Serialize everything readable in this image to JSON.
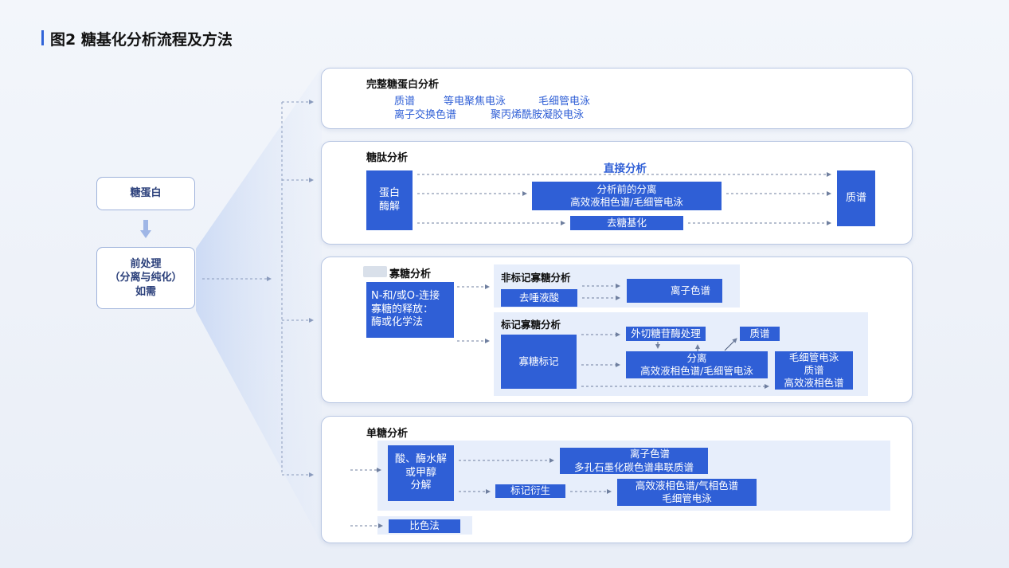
{
  "figure_title": "图2  糖基化分析流程及方法",
  "left_flow": {
    "glycoprotein": "糖蛋白",
    "pretreatment": [
      "前处理",
      "（分离与纯化）",
      "如需"
    ]
  },
  "intact": {
    "title": "完整糖蛋白分析",
    "row1": [
      "质谱",
      "等电聚焦电泳",
      "毛细管电泳"
    ],
    "row2": [
      "离子交换色谱",
      "聚丙烯酰胺凝胶电泳"
    ]
  },
  "glycopeptide": {
    "title": "糖肽分析",
    "digest": [
      "蛋白",
      "酶解"
    ],
    "direct": "直接分析",
    "separation": [
      "分析前的分离",
      "高效液相色谱/毛细管电泳"
    ],
    "deglyco": "去糖基化",
    "ms": "质谱"
  },
  "oligo": {
    "title": "寡糖分析",
    "release": [
      "N-和/或O-连接",
      "寡糖的释放：",
      "酶或化学法"
    ],
    "unlabeled_title": "非标记寡糖分析",
    "desalt": "去唾液酸",
    "ion_chrom": "离子色谱",
    "labeled_title": "标记寡糖分析",
    "label": "寡糖标记",
    "exo": "外切糖苷酶处理",
    "ms": "质谱",
    "separation": [
      "分离",
      "高效液相色谱/毛细管电泳"
    ],
    "results": [
      "毛细管电泳",
      "质谱",
      "高效液相色谱"
    ]
  },
  "mono": {
    "title": "单糖分析",
    "hydrolysis": [
      "酸、酶水解",
      "或甲醇",
      "分解"
    ],
    "ion_chrom": [
      "离子色谱",
      "多孔石墨化碳色谱串联质谱"
    ],
    "derivative": "标记衍生",
    "hplc": [
      "高效液相色谱/气相色谱",
      "毛细管电泳"
    ],
    "colorimetric": "比色法"
  }
}
